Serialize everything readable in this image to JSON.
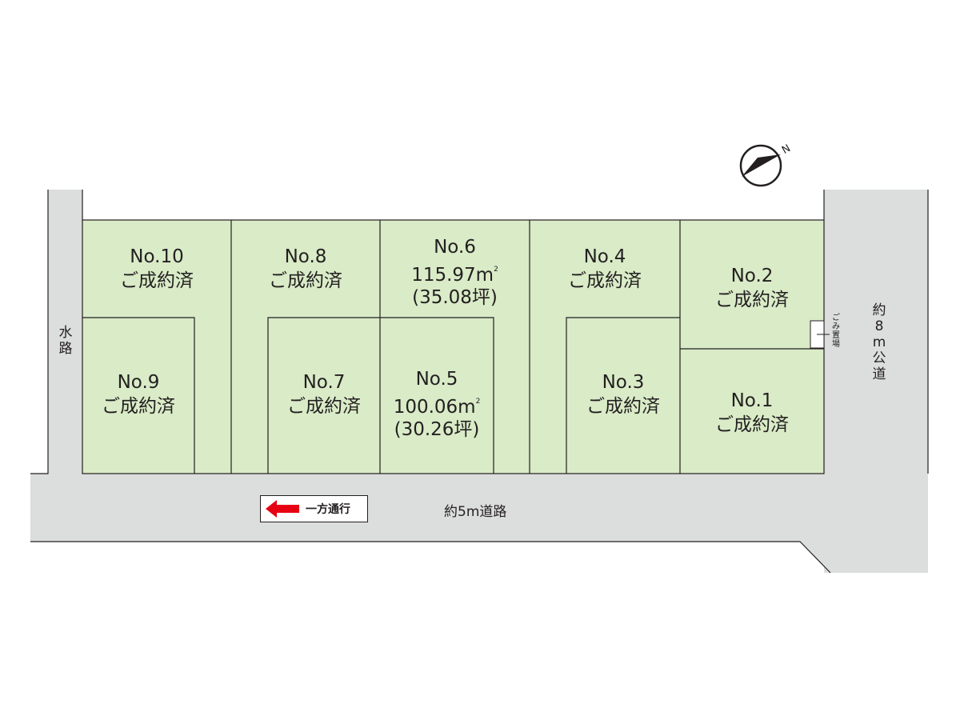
{
  "colors": {
    "lot_fill": "#d9ebc7",
    "road_fill": "#dcdddd",
    "line": "#231f20",
    "arrow": "#e60012"
  },
  "lots": [
    {
      "id": "no10",
      "name": "No.10",
      "status": "ご成約済"
    },
    {
      "id": "no8",
      "name": "No.8",
      "status": "ご成約済"
    },
    {
      "id": "no6",
      "name": "No.6",
      "area": "115.97",
      "area_unit": "m",
      "area_sup": "2",
      "tsubo": "(35.08坪)"
    },
    {
      "id": "no4",
      "name": "No.4",
      "status": "ご成約済"
    },
    {
      "id": "no2",
      "name": "No.2",
      "status": "ご成約済"
    },
    {
      "id": "no9",
      "name": "No.9",
      "status": "ご成約済"
    },
    {
      "id": "no7",
      "name": "No.7",
      "status": "ご成約済"
    },
    {
      "id": "no5",
      "name": "No.5",
      "area": "100.06",
      "area_unit": "m",
      "area_sup": "2",
      "tsubo": "(30.26坪)"
    },
    {
      "id": "no3",
      "name": "No.3",
      "status": "ご成約済"
    },
    {
      "id": "no1",
      "name": "No.1",
      "status": "ご成約済"
    }
  ],
  "roads": {
    "south": "約5m道路",
    "east_chars": [
      "約",
      "8",
      "m",
      "公",
      "道"
    ],
    "west_chars": [
      "水",
      "路"
    ]
  },
  "oneway_label": "一方通行",
  "garbage_chars": [
    "ご",
    "み",
    "置",
    "場"
  ],
  "compass_letter": "N",
  "icons": {
    "compass": "north-compass-icon",
    "arrow": "left-arrow-icon"
  }
}
